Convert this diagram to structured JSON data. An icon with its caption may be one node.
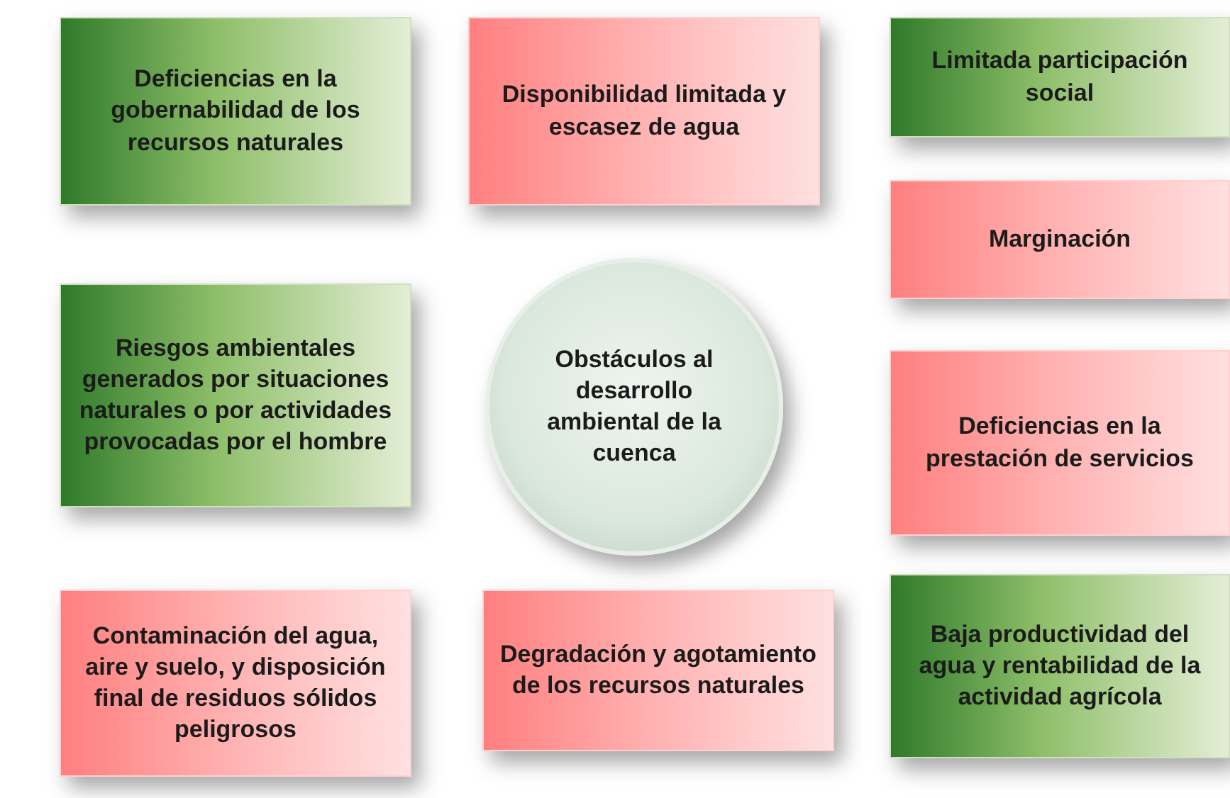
{
  "diagram": {
    "nodes": [
      {
        "text": [
          "Deficiencias en la gobernabilidad de los recursos naturales"
        ]
      },
      {
        "text": [
          "Disponibilidad limitada y escasez de agua"
        ]
      },
      {
        "text": [
          "Limitada participación social"
        ]
      },
      {
        "text": [
          "Marginación"
        ]
      },
      {
        "text": [
          "Riesgos ambientales generados por situaciones naturales o por actividades provocadas por el hombre"
        ]
      },
      {
        "text": [
          "Obstáculos al desarrollo ambiental de la cuenca"
        ]
      },
      {
        "text": [
          "Deficiencias en la prestación de servicios"
        ]
      },
      {
        "text": [
          "Contaminación del agua, aire y suelo, y disposición final de residuos sólidos peligrosos"
        ]
      },
      {
        "text": [
          "Degradación y agotamiento de los recursos naturales"
        ]
      },
      {
        "text": [
          "Baja productividad del agua y rentabilidad de la actividad agrícola"
        ]
      }
    ]
  }
}
